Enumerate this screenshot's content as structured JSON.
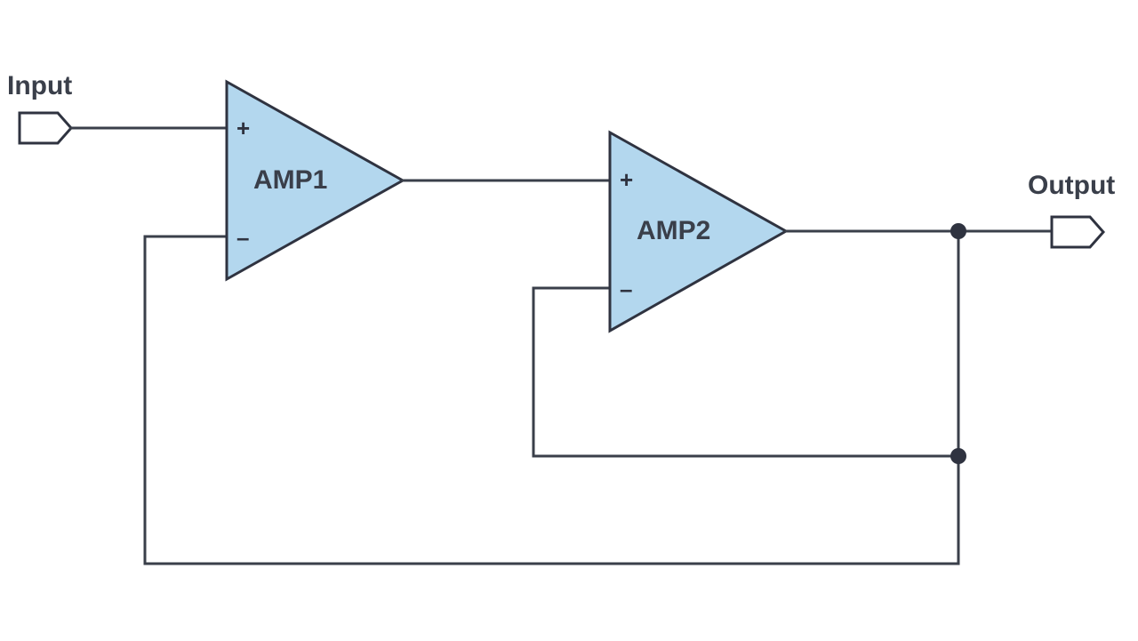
{
  "ports": {
    "input_label": "Input",
    "output_label": "Output"
  },
  "amps": [
    {
      "name": "AMP1",
      "plus": "+",
      "minus": "–"
    },
    {
      "name": "AMP2",
      "plus": "+",
      "minus": "–"
    }
  ],
  "colors": {
    "amp_fill": "#b3d7ee",
    "line": "#3a3f4a",
    "background": "#ffffff"
  }
}
